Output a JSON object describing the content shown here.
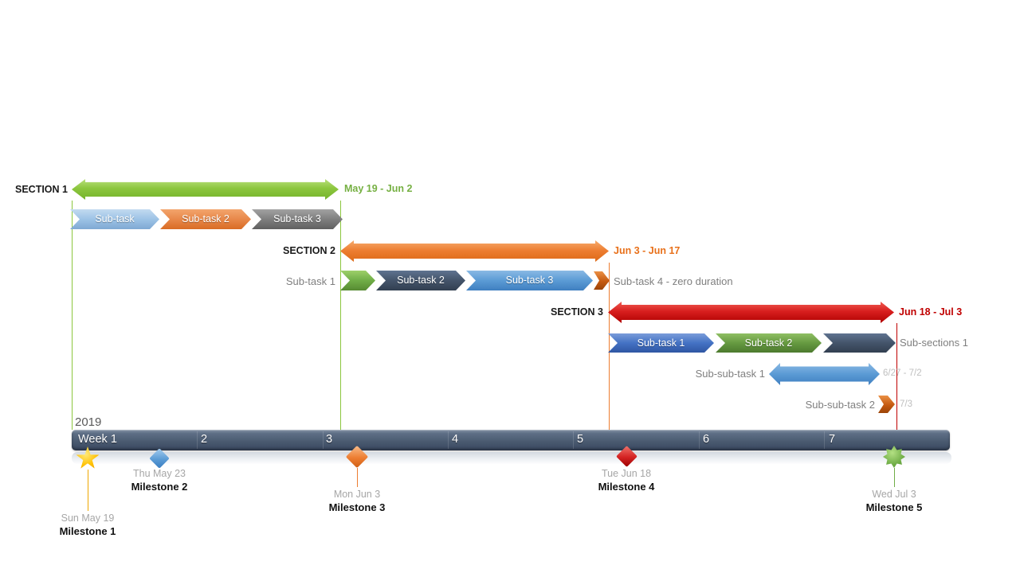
{
  "chart_data": {
    "type": "bar",
    "subtype": "gantt-timeline",
    "year": "2019",
    "week_axis": {
      "unit": "weeks",
      "labels": [
        "Week 1",
        "2",
        "3",
        "4",
        "5",
        "6",
        "7"
      ],
      "band_color": "#44546A"
    },
    "sections": [
      {
        "label": "SECTION 1",
        "date_range": "May 19 - Jun 2",
        "color": "#8CC63E",
        "subtasks": [
          {
            "label": "Sub-task",
            "color": "#9DC3E6"
          },
          {
            "label": "Sub-task 2",
            "color": "#E8884A"
          },
          {
            "label": "Sub-task 3",
            "color": "#7F7F7F"
          }
        ]
      },
      {
        "label": "SECTION 2",
        "date_range": "Jun 3 - Jun 17",
        "color": "#ED7D31",
        "subtasks": [
          {
            "label": "Sub-task 1",
            "color": "#70AD47",
            "label_position": "left"
          },
          {
            "label": "Sub-task 2",
            "color": "#44546A"
          },
          {
            "label": "Sub-task 3",
            "color": "#5B9BD5"
          },
          {
            "label": "Sub-task 4 - zero duration",
            "color": "#C55A11",
            "label_position": "right",
            "zero_duration": true
          }
        ]
      },
      {
        "label": "SECTION 3",
        "date_range": "Jun 18 - Jul 3",
        "color": "#C00000",
        "subtasks": [
          {
            "label": "Sub-task 1",
            "color": "#4472C4"
          },
          {
            "label": "Sub-task 2",
            "color": "#669A41"
          },
          {
            "label": "Sub-sections 1",
            "color": "#44546A",
            "label_position": "right"
          },
          {
            "label": "Sub-sub-task 1",
            "date_range": "6/27 - 7/2",
            "color": "#5B9BD5",
            "label_position": "left"
          },
          {
            "label": "Sub-sub-task 2",
            "date_range": "7/3",
            "color": "#C55A11",
            "label_position": "left",
            "zero_duration": true
          }
        ]
      }
    ],
    "milestones": [
      {
        "label": "Milestone 1",
        "date": "Sun May 19",
        "shape": "star",
        "color": "#FFC000"
      },
      {
        "label": "Milestone 2",
        "date": "Thu May 23",
        "shape": "diamond",
        "color": "#5B9BD5"
      },
      {
        "label": "Milestone 3",
        "date": "Mon Jun 3",
        "shape": "diamond",
        "color": "#ED7D31"
      },
      {
        "label": "Milestone 4",
        "date": "Tue Jun 18",
        "shape": "diamond",
        "color": "#C00000"
      },
      {
        "label": "Milestone 5",
        "date": "Wed Jul 3",
        "shape": "seal-star",
        "color": "#70AD47"
      }
    ]
  }
}
